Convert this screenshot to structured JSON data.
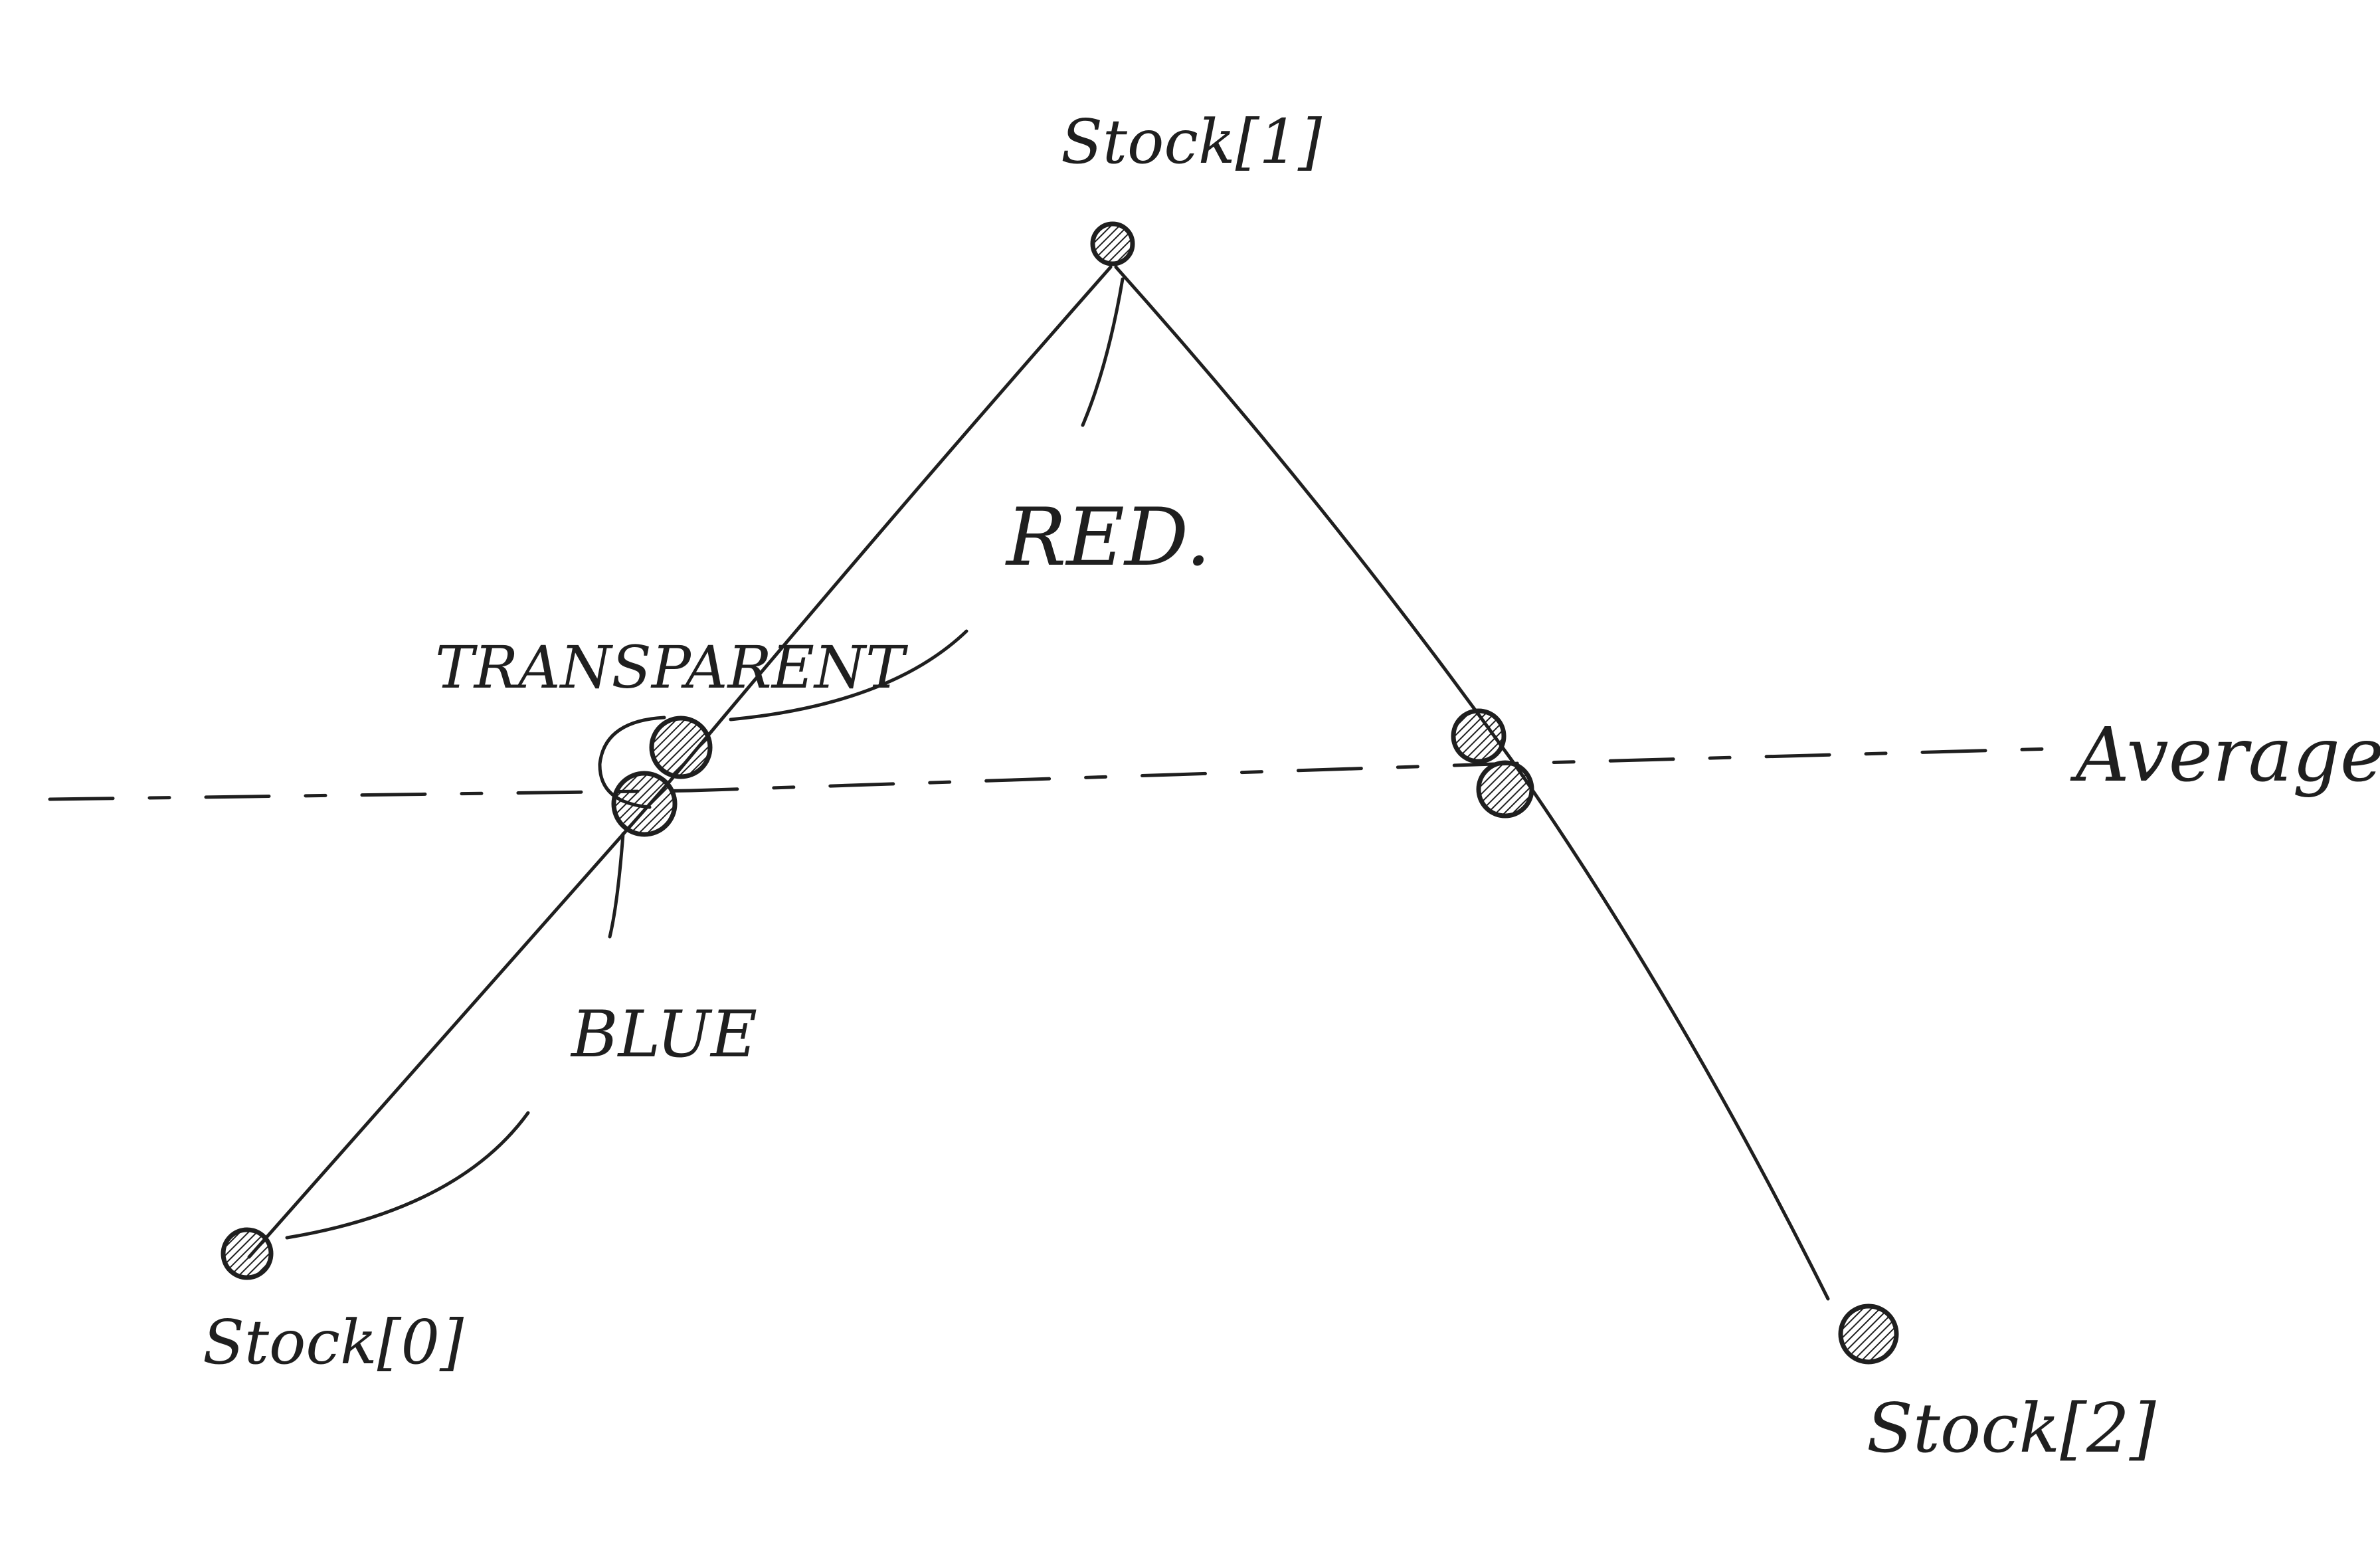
{
  "labels": {
    "stock0": "Stock[0]",
    "stock1": "Stock[1]",
    "stock2": "Stock[2]",
    "average": "Average.",
    "red": "RED.",
    "transparent": "TRANSPARENT",
    "blue": "BLUE"
  },
  "colors": {
    "ink": "#1f1f1f",
    "paper": "#ffffff"
  }
}
